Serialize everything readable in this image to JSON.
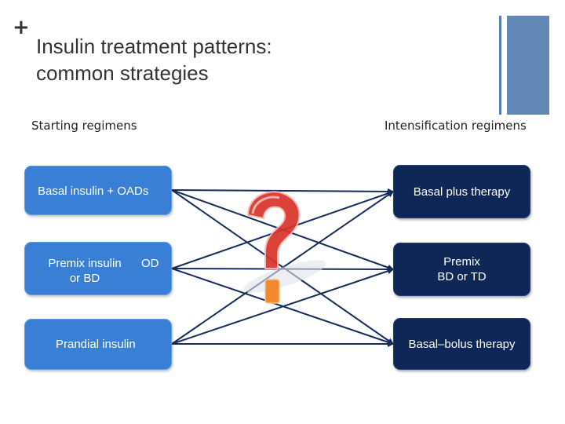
{
  "slide": {
    "title": "Insulin treatment patterns:\ncommon strategies",
    "plus_glyph": "+"
  },
  "columns": {
    "left_heading": "Starting regimens",
    "right_heading": "Intensification regimens"
  },
  "starting_regimens": [
    {
      "line1": "Basal insulin  + OADs",
      "line2": ""
    },
    {
      "line1": "Premix insulin",
      "line2": "or BD",
      "suffix": "OD"
    },
    {
      "line1": "Prandial insulin",
      "line2": ""
    }
  ],
  "intensification_regimens": [
    {
      "label": "Basal plus therapy"
    },
    {
      "label": "Premix\nBD or TD"
    },
    {
      "label": "Basal–bolus therapy"
    }
  ],
  "colors": {
    "start_box": "#3a7fd6",
    "intensify_box": "#0f2757",
    "arrow": "#152c5c",
    "question_mark": "#d8322a",
    "accent_bar": "#6388b6"
  },
  "icons": {
    "center_graphic": "question-mark-icon"
  },
  "connections": [
    {
      "from": 0,
      "to": 0
    },
    {
      "from": 0,
      "to": 1
    },
    {
      "from": 0,
      "to": 2
    },
    {
      "from": 1,
      "to": 0
    },
    {
      "from": 1,
      "to": 1
    },
    {
      "from": 1,
      "to": 2
    },
    {
      "from": 2,
      "to": 0
    },
    {
      "from": 2,
      "to": 1
    },
    {
      "from": 2,
      "to": 2
    }
  ]
}
